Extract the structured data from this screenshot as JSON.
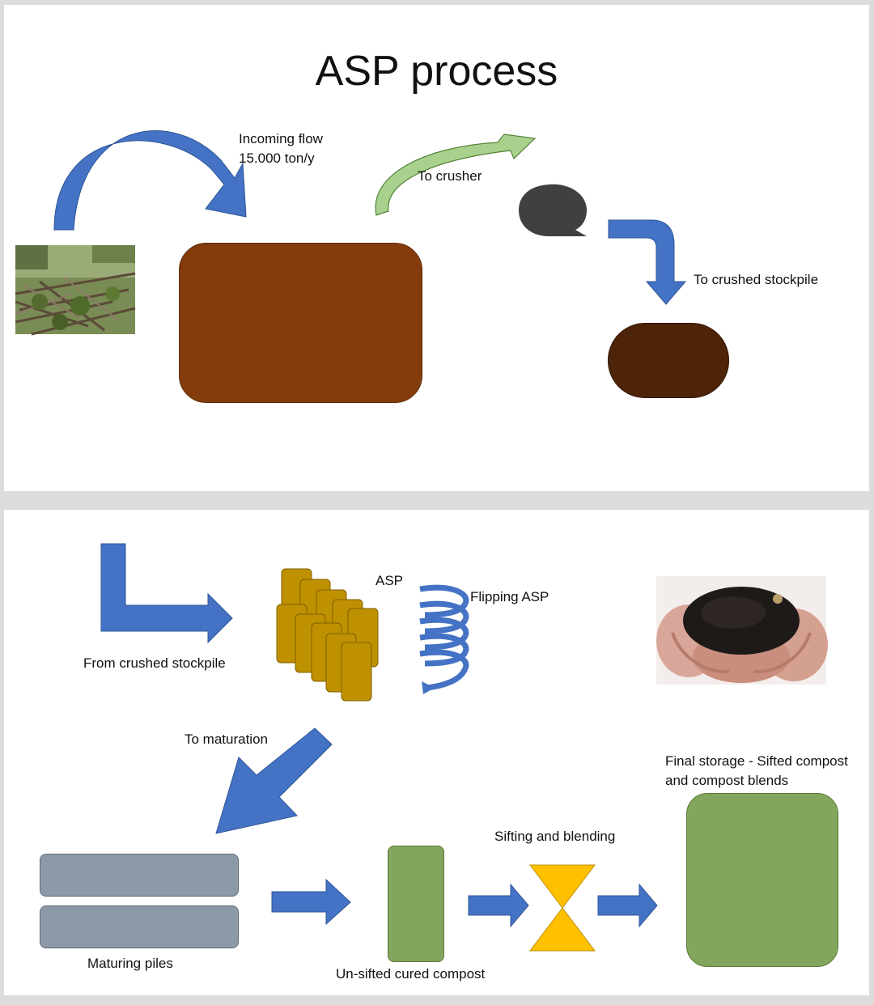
{
  "slide1": {
    "title": "ASP process",
    "incoming_line1": "Incoming flow",
    "incoming_line2": "15.000 ton/y",
    "to_crusher": "To crusher",
    "to_crushed_stockpile": "To crushed stockpile"
  },
  "slide2": {
    "from_crushed_stockpile": "From crushed stockpile",
    "asp": "ASP",
    "flipping_asp": "Flipping ASP",
    "to_maturation": "To maturation",
    "final_storage_line1": "Final storage - Sifted compost",
    "final_storage_line2": "and compost blends",
    "sifting_and_blending": "Sifting and blending",
    "maturing_piles": "Maturing piles",
    "unsifted_cured_compost": "Un-sifted cured compost"
  },
  "colors": {
    "arrow_blue": "#4472c4",
    "arrow_green": "#a9d18e",
    "incoming_pile": "#843c0c",
    "crushed_stockpile": "#4e2409",
    "crusher": "#404040",
    "asp_piles": "#bf9000",
    "maturing_piles": "#8c9aa8",
    "compost_green": "#83a55d",
    "sifter_yellow": "#ffc000"
  },
  "icons": [
    "branches-photo",
    "compost-hands-photo",
    "crusher-speech-bubble",
    "curved-arrow",
    "bent-arrow",
    "hourglass-sifter"
  ]
}
